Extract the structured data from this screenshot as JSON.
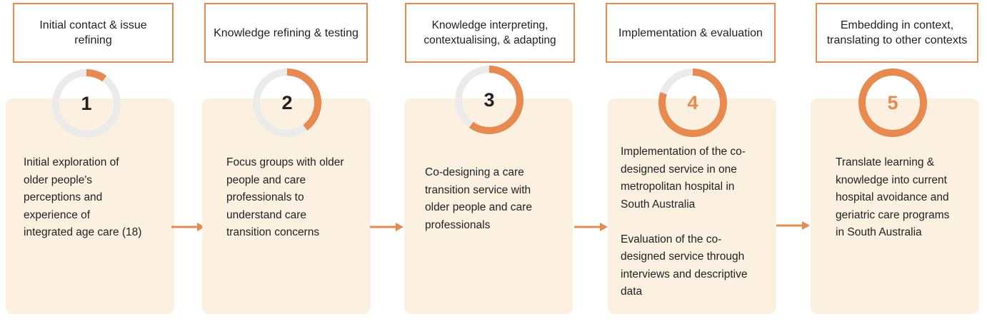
{
  "colors": {
    "accent": "#e8894d",
    "ring_track": "#ebebeb",
    "card_bg": "#fcf0e1",
    "text": "#222222",
    "number_dark": "#222222"
  },
  "steps": [
    {
      "header": "Initial contact & issue refining",
      "number": "1",
      "progress": 0.1,
      "body": "Initial exploration of\nolder people's\nperceptions and\nexperience of\nintegrated age care (18)"
    },
    {
      "header": "Knowledge refining & testing",
      "number": "2",
      "progress": 0.4,
      "body": "Focus groups with older\npeople and care\nprofessionals to\nunderstand care\ntransition concerns"
    },
    {
      "header": "Knowledge interpreting, contextualising, & adapting",
      "number": "3",
      "progress": 0.6,
      "body": "Co-designing a care\ntransition service with\nolder people and care\nprofessionals"
    },
    {
      "header": "Implementation & evaluation",
      "number": "4",
      "progress": 0.8,
      "body": "Implementation of the co-\ndesigned service in one\nmetropolitan hospital in\nSouth Australia\n\nEvaluation of the co-\ndesigned service through\ninterviews and descriptive\ndata"
    },
    {
      "header": "Embedding in context, translating to other contexts",
      "number": "5",
      "progress": 1.0,
      "body": "Translate learning &\nknowledge into current\nhospital avoidance and\ngeriatric care programs\nin South Australia"
    }
  ]
}
